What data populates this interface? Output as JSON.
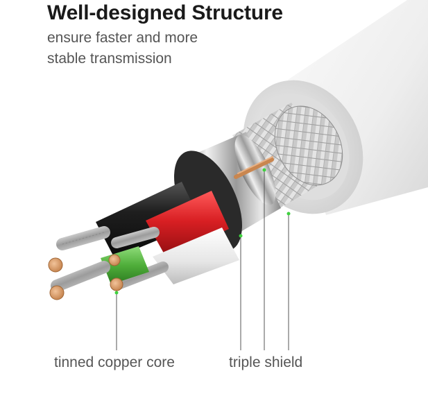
{
  "header": {
    "title": "Well-designed Structure",
    "subtitle_lines": [
      "ensure faster and more",
      "stable transmission"
    ]
  },
  "callouts": [
    {
      "label": "tinned copper core"
    },
    {
      "label": "triple shield"
    }
  ],
  "colors": {
    "jacket": "#eeeeee",
    "braid": "#c7c7c7",
    "foil": "#b0b0b0",
    "wire_black": "#1e1e1e",
    "wire_red": "#d81f23",
    "wire_green": "#4fae3a",
    "wire_white": "#e6e6e6",
    "copper": "#d9965e",
    "pointer_line": "#555555",
    "pointer_dot": "#3fd13f"
  }
}
